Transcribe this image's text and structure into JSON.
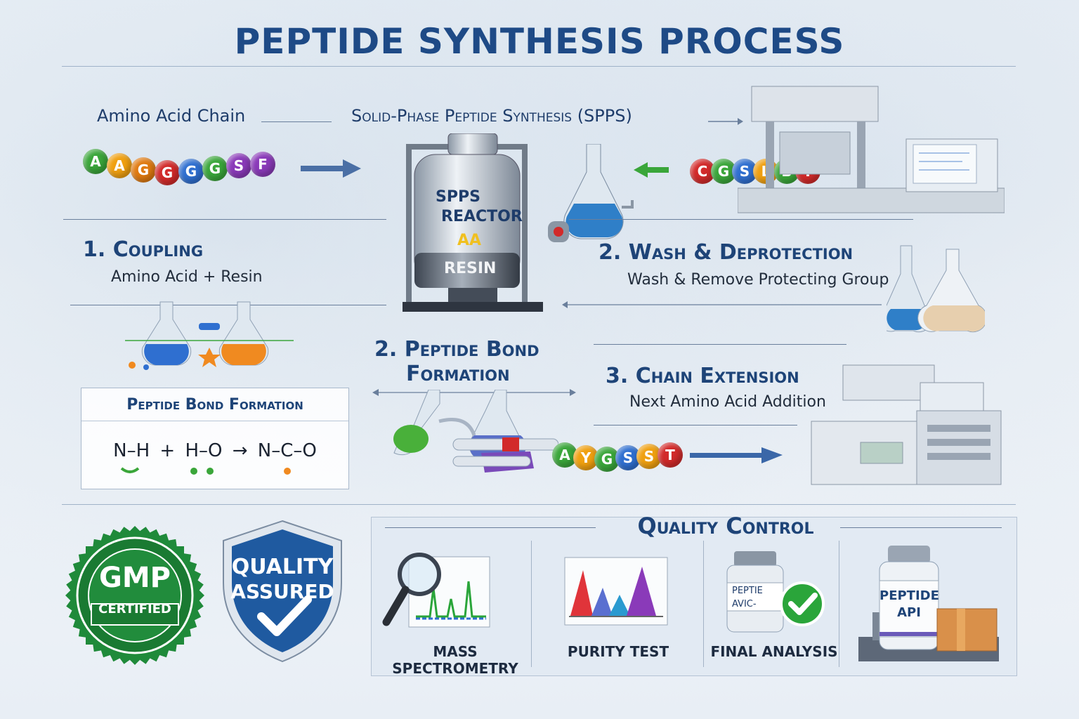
{
  "title": "PEPTIDE SYNTHESIS PROCESS",
  "amino_acid_chain": {
    "label": "Amino Acid Chain",
    "beads": [
      {
        "letter": "A",
        "color": "#3aa63a"
      },
      {
        "letter": "A",
        "color": "#f0a010"
      },
      {
        "letter": "G",
        "color": "#e07a10"
      },
      {
        "letter": "G",
        "color": "#d22a2a"
      },
      {
        "letter": "G",
        "color": "#2f6fd0"
      },
      {
        "letter": "G",
        "color": "#3aa63a"
      },
      {
        "letter": "S",
        "color": "#8a3ab9"
      },
      {
        "letter": "F",
        "color": "#8a3ab9"
      }
    ]
  },
  "spps": {
    "label": "Solid-Phase Peptide Synthesis (SPPS)",
    "reactor_line1": "SPPS",
    "reactor_line2": "REACTOR",
    "reactor_resin": "RESIN",
    "reactor_aa": "AA",
    "chain_beads": [
      {
        "letter": "C",
        "color": "#d22a2a"
      },
      {
        "letter": "G",
        "color": "#3aa63a"
      },
      {
        "letter": "S",
        "color": "#2f6fd0"
      },
      {
        "letter": "L",
        "color": "#f0a010"
      },
      {
        "letter": "B",
        "color": "#3aa63a"
      },
      {
        "letter": "I",
        "color": "#d22a2a"
      }
    ]
  },
  "steps": {
    "coupling": {
      "number": "1.",
      "title": "Coupling",
      "subtitle": "Amino Acid + Resin"
    },
    "wash": {
      "number": "2.",
      "title": "Wash & Deprotection",
      "subtitle": "Wash & Remove Protecting Group"
    },
    "bond": {
      "number": "2.",
      "title_line1": "Peptide Bond",
      "title_line2": "Formation"
    },
    "extension": {
      "number": "3.",
      "title": "Chain Extension",
      "subtitle": "Next Amino Acid Addition"
    }
  },
  "bond_box": {
    "header": "Peptide Bond Formation",
    "equation": "N–H + H–O → N–C–O"
  },
  "extension_beads": [
    {
      "letter": "A",
      "color": "#3aa63a"
    },
    {
      "letter": "Y",
      "color": "#f0a010"
    },
    {
      "letter": "G",
      "color": "#3aa63a"
    },
    {
      "letter": "S",
      "color": "#2f6fd0"
    },
    {
      "letter": "S",
      "color": "#f0a010"
    },
    {
      "letter": "T",
      "color": "#d22a2a"
    }
  ],
  "badges": {
    "gmp_line1": "GMP",
    "gmp_line2": "CERTIFIED",
    "quality_line1": "QUALITY",
    "quality_line2": "ASSURED"
  },
  "quality_control": {
    "title": "Quality Control",
    "items": [
      {
        "label": "MASS SPECTROMETRY",
        "icon": "magnifier-chart-icon"
      },
      {
        "label": "PURITY TEST",
        "icon": "chromatogram-icon"
      },
      {
        "label": "FINAL ANALYSIS",
        "icon": "vial-check-icon"
      },
      {
        "label": "",
        "icon": "api-vial-icon",
        "vial_line1": "PEPTIDE",
        "vial_line2": "API"
      }
    ],
    "final_vial_line1": "PEPTIE",
    "final_vial_line2": "AVIC-"
  },
  "colors": {
    "title": "#1e4a86",
    "gmp_green": "#1f8a3a",
    "shield_blue": "#1f5aa0",
    "check_green": "#2aa53a"
  }
}
